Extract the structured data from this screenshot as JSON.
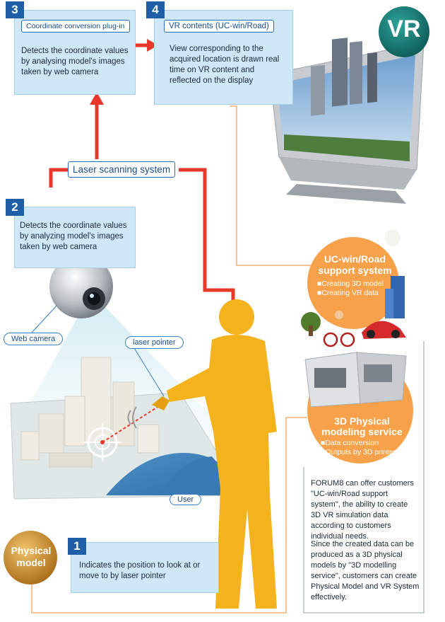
{
  "steps": {
    "step1": {
      "num": "1",
      "text": "Indicates the position to look at or move to by laser pointer"
    },
    "step2": {
      "num": "2",
      "text": "Detects the coordinate values by analyzing model's images taken by web camera"
    },
    "step3": {
      "num": "3",
      "title": "Coordinate conversion plug-in",
      "text": "Detects the coordinate values by analysing model's images taken by web camera"
    },
    "step4": {
      "num": "4",
      "title": "VR contents (UC-win/Road)",
      "text": "View corresponding to the acquired location is drawn real time on VR content and reflected on the display"
    }
  },
  "labels": {
    "laser_system": "Laser scanning system",
    "web_camera": "Web camera",
    "laser_pointer": "laser pointer",
    "user": "User",
    "vr_badge": "VR",
    "physical_model": "Physical model"
  },
  "services": {
    "ucwin": {
      "title": "UC-win/Road support system",
      "items": [
        "■Creating 3D model",
        "■Creating VR data"
      ]
    },
    "modeling": {
      "title": "3D Physical modeling service",
      "items": [
        "■Data conversion",
        "■Outputs by 3D printer"
      ]
    }
  },
  "description": {
    "p1": "FORUM8 can offer customers \"UC-win/Road support system\", the ability to create 3D VR simulation data according to customers individual needs.",
    "p2": "Since the created data can be produced as a 3D physical models by \"3D modelling service\", customers can create Physical Model and VR System effectively."
  },
  "colors": {
    "flow_red": "#e8382a",
    "box_blue": "#cfe8f7",
    "accent_orange": "#f7a24a",
    "figure_yellow": "#f4b21c",
    "tag_blue": "#1f5fa8"
  }
}
